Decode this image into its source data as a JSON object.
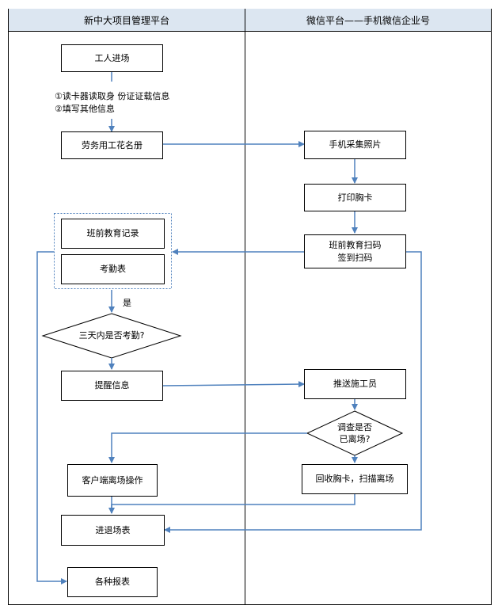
{
  "columns": {
    "left": "新中大项目管理平台",
    "right": "微信平台——手机微信企业号"
  },
  "steps": {
    "worker_entry": "工人进场",
    "note_line1": "①读卡器读取身 份证证载信息",
    "note_line2": "②填写其他信息",
    "roster": "劳务用工花名册",
    "photo": "手机采集照片",
    "print_card": "打印胸卡",
    "edu_record": "班前教育记录",
    "attendance": "考勤表",
    "scan_line1": "班前教育扫码",
    "scan_line2": "签到扫码",
    "yes_label": "是",
    "three_days": "三天内是否考勤?",
    "remind": "提醒信息",
    "push": "推送施工员",
    "survey_line1": "调查是否",
    "survey_line2": "已离场?",
    "client_exit": "客户端离场操作",
    "recover": "回收胸卡，扫描离场",
    "in_out": "进退场表",
    "reports": "各种报表"
  },
  "colors": {
    "header_fill": "#dce6f1",
    "connector": "#4f81bd",
    "border": "#000000",
    "dashed_group": "#4f81bd"
  }
}
